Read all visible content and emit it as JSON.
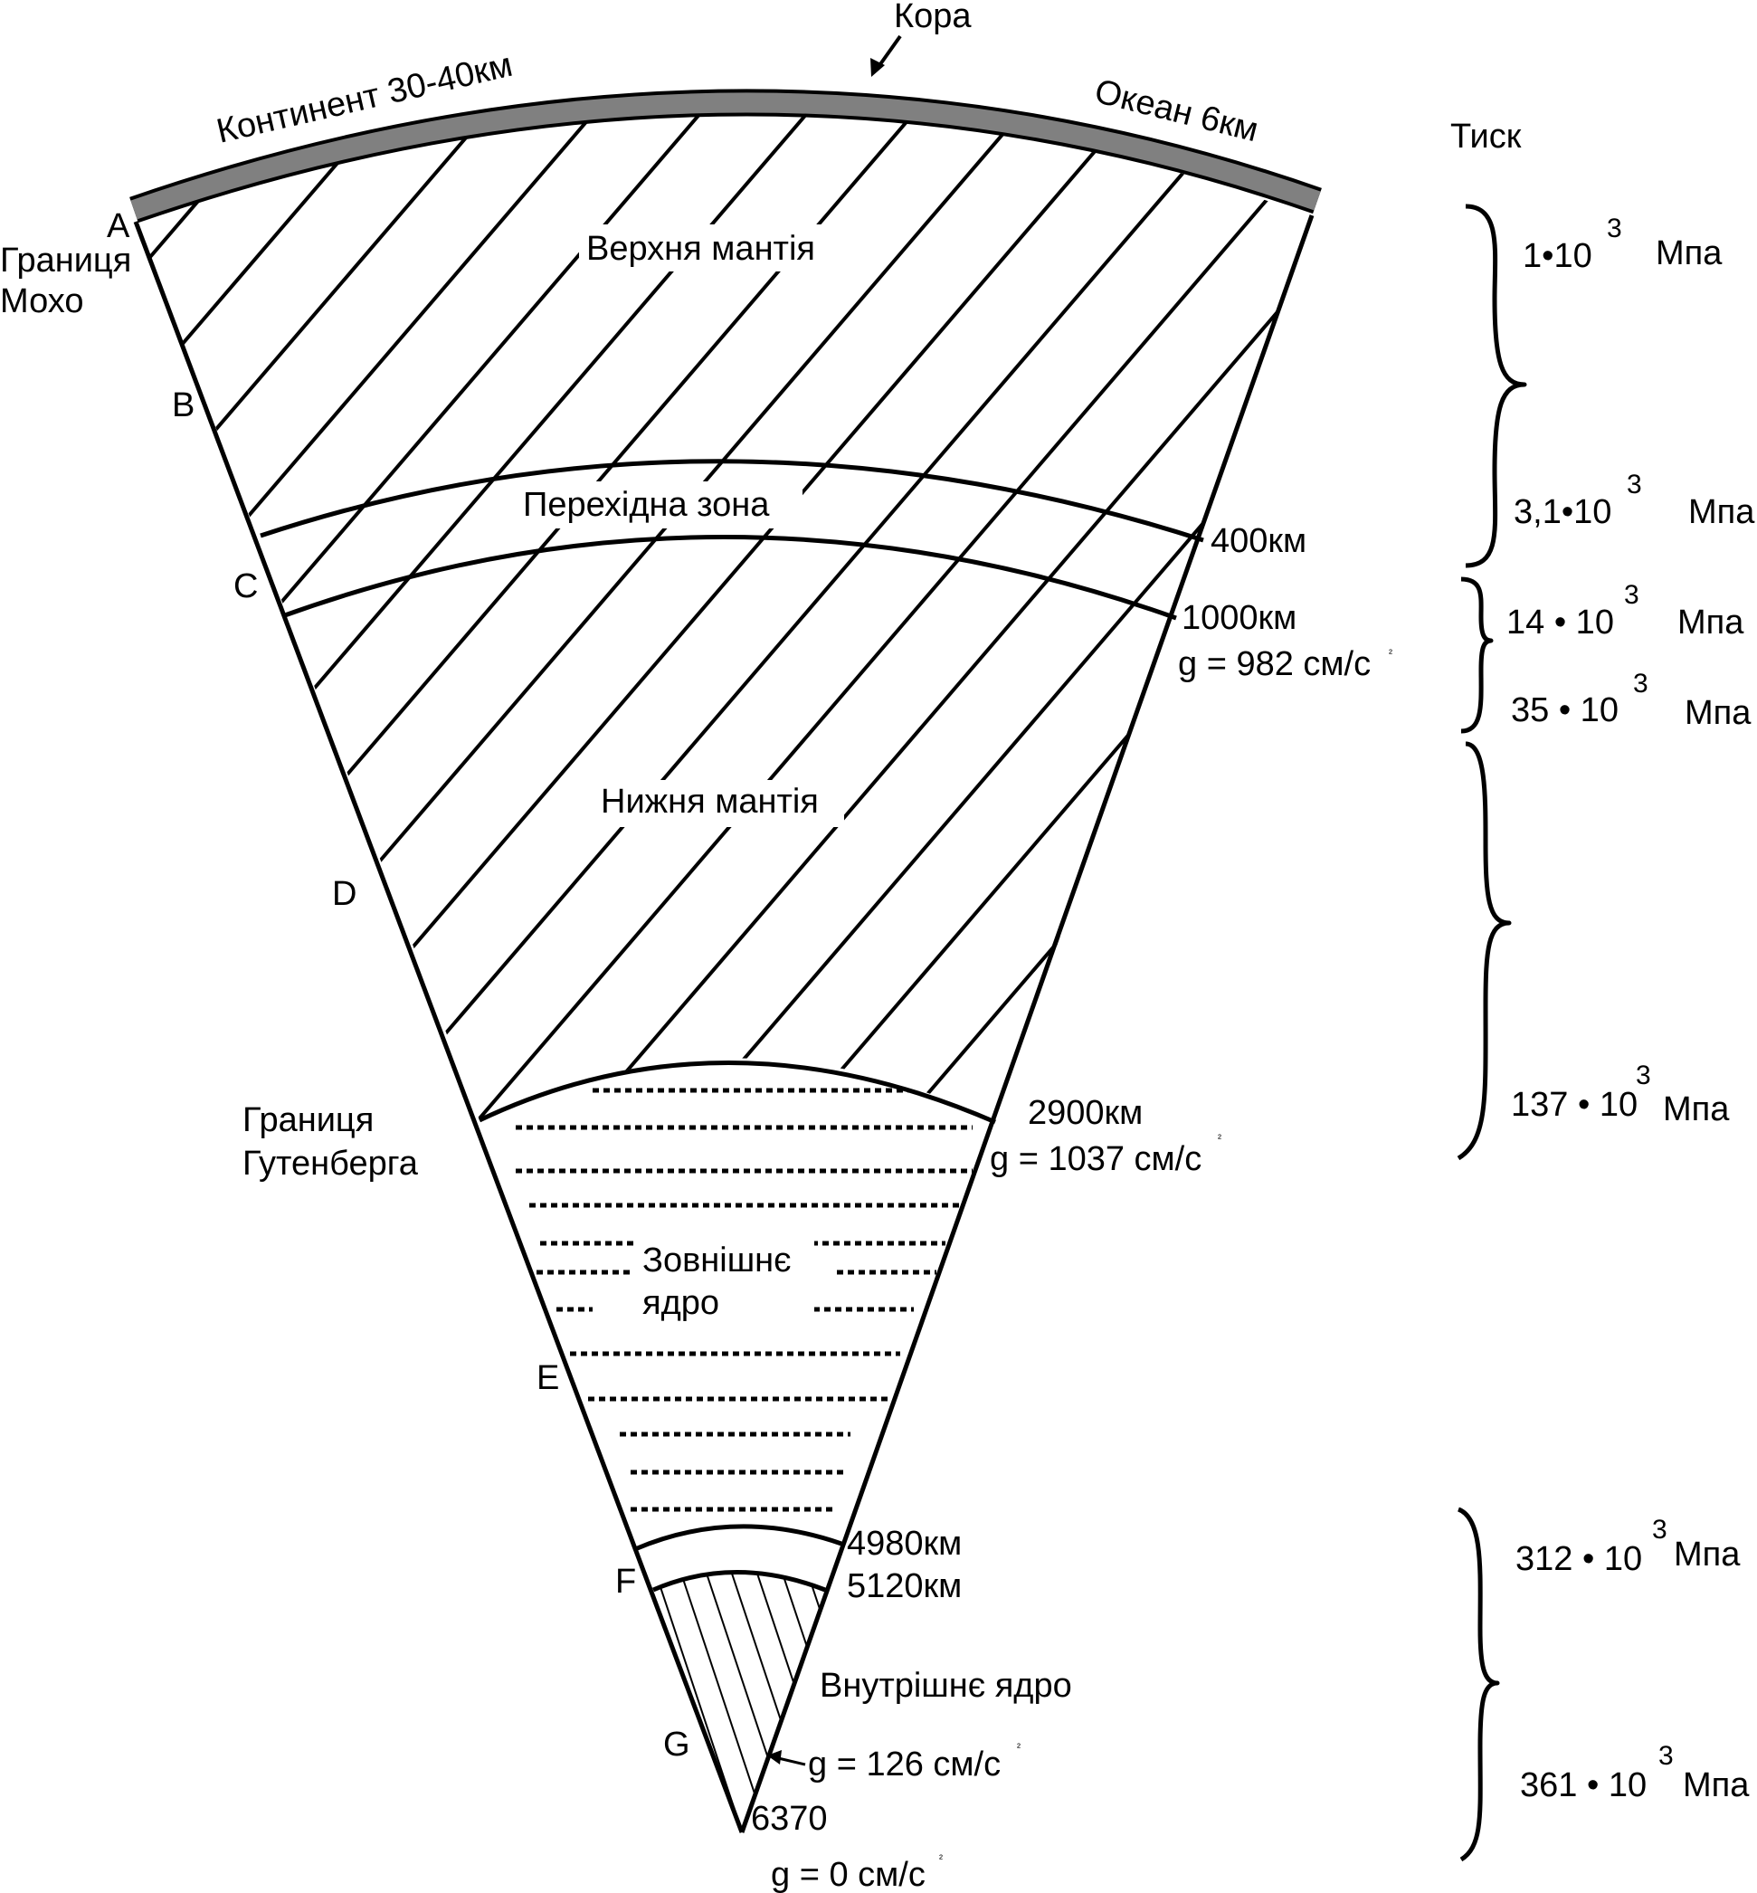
{
  "crust": {
    "label": "Кора",
    "continent": "Континент 30-40км",
    "ocean": "Океан 6км"
  },
  "points": [
    "A",
    "B",
    "C",
    "D",
    "E",
    "F",
    "G"
  ],
  "boundaries": {
    "moho": "Границя Мохо",
    "moho_line1": "Границя",
    "moho_line2": "Мохо",
    "gutenberg_line1": "Границя",
    "gutenberg_line2": "Гутенберга"
  },
  "layers": {
    "upper_mantle": "Верхня мантія",
    "transition_zone": "Перехідна зона",
    "lower_mantle": "Нижня мантія",
    "outer_core_line1": "Зовнішнє",
    "outer_core_line2": "ядро",
    "inner_core": "Внутрішнє ядро"
  },
  "depths": {
    "d400": "400км",
    "d1000": "1000км",
    "d2900": "2900км",
    "d4980": "4980км",
    "d5120": "5120км",
    "d6370": "6370"
  },
  "gravity": {
    "g1000": "g = 982 см/с",
    "g2900": "g = 1037 см/с",
    "g_inner": "g = 126 см/с",
    "g_center": "g = 0 см/с",
    "sup_mark": "²"
  },
  "pressure": {
    "title": "Тиск",
    "exponent": "3",
    "unit": "Мпа",
    "values": [
      "1•10",
      "3,1•10",
      "14 • 10",
      "35 • 10",
      "137 • 10",
      "312 • 10",
      "361 • 10"
    ]
  }
}
